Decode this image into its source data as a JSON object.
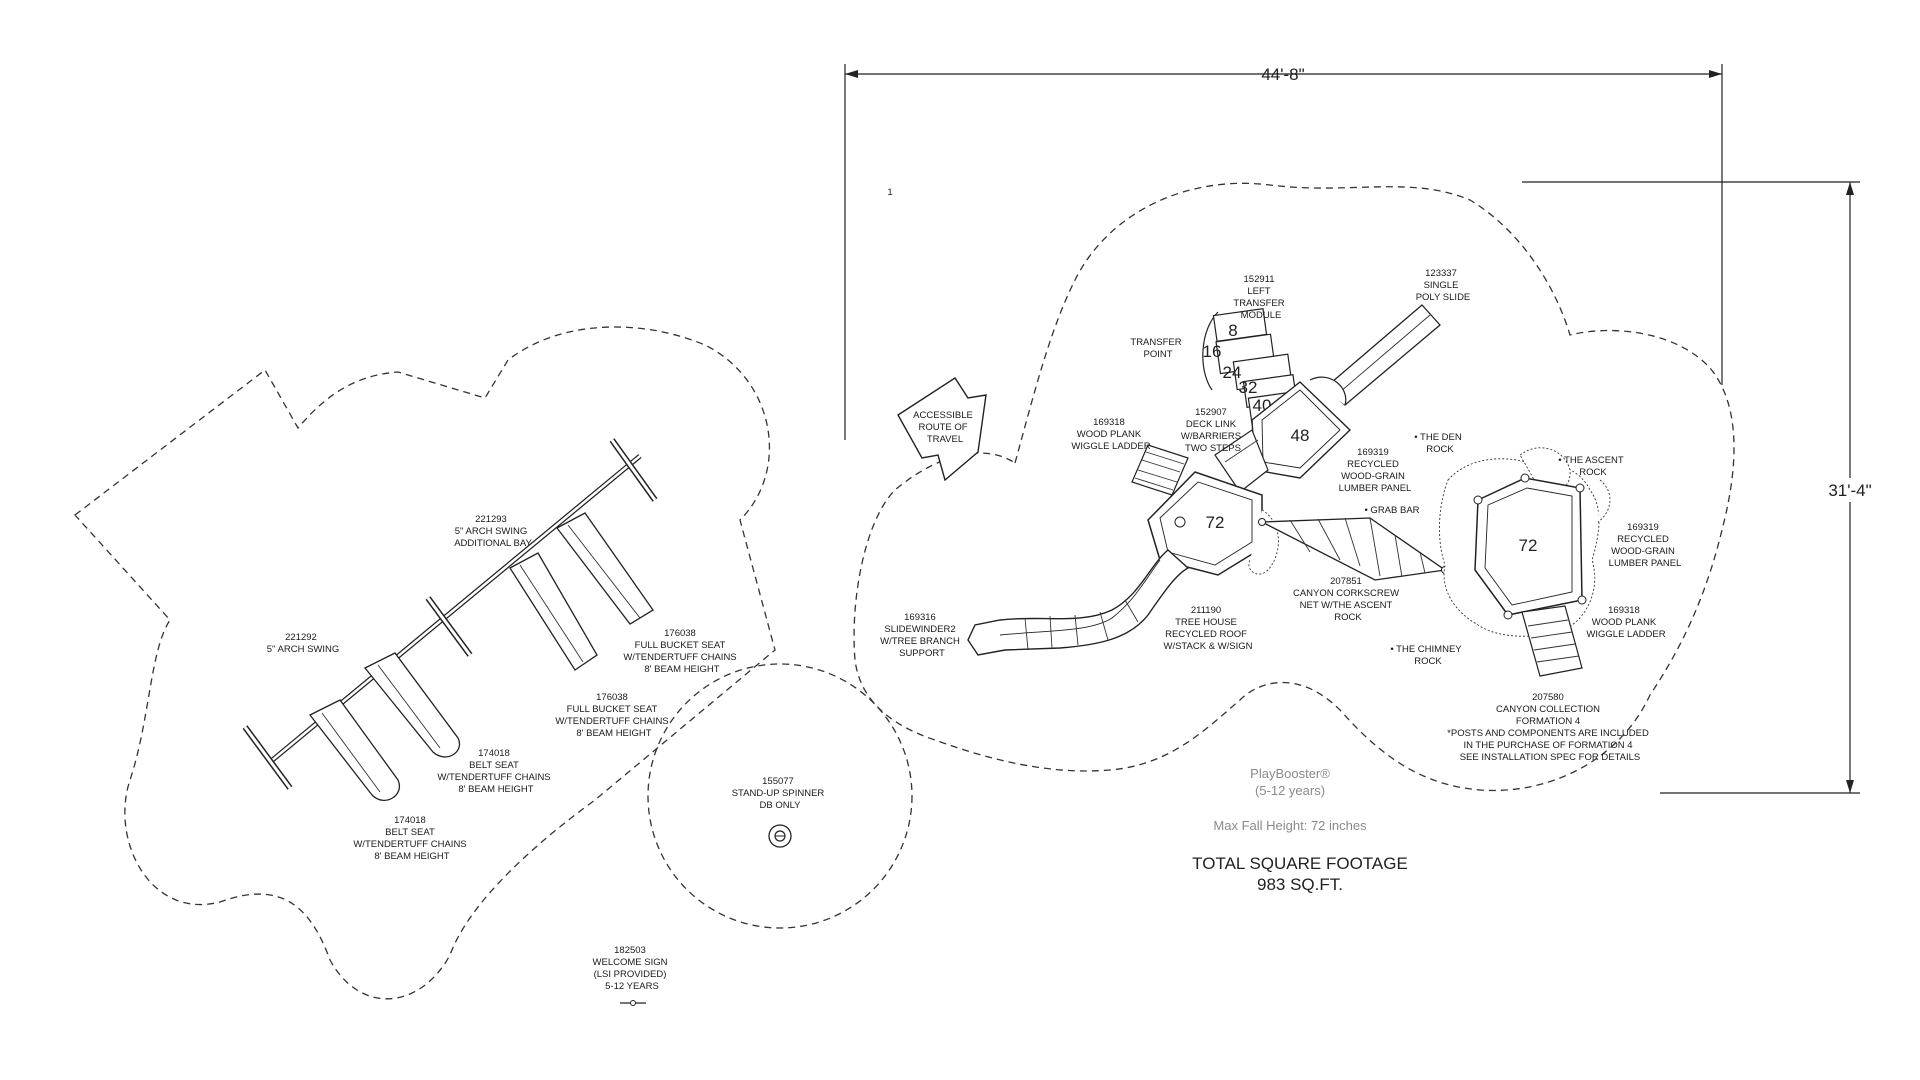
{
  "drawing": {
    "dimensions": {
      "width": "44'-8\"",
      "height": "31'-4\""
    },
    "marker_one": "1",
    "accessible_route": [
      "ACCESSIBLE",
      "ROUTE OF",
      "TRAVEL"
    ],
    "deck_heights": [
      "8",
      "16",
      "24",
      "32",
      "40",
      "48",
      "72",
      "72"
    ],
    "callouts": {
      "arch_swing_bay": [
        "221293",
        "5\" ARCH SWING",
        "ADDITIONAL BAY"
      ],
      "arch_swing": [
        "221292",
        "5\" ARCH SWING"
      ],
      "bucket_seat_1": [
        "176038",
        "FULL BUCKET SEAT",
        "W/TENDERTUFF CHAINS",
        "8' BEAM HEIGHT"
      ],
      "bucket_seat_2": [
        "176038",
        "FULL BUCKET SEAT",
        "W/TENDERTUFF CHAINS",
        "8' BEAM HEIGHT"
      ],
      "belt_seat_1": [
        "174018",
        "BELT SEAT",
        "W/TENDERTUFF CHAINS",
        "8' BEAM HEIGHT"
      ],
      "belt_seat_2": [
        "174018",
        "BELT SEAT",
        "W/TENDERTUFF CHAINS",
        "8' BEAM HEIGHT"
      ],
      "spinner": [
        "155077",
        "STAND-UP SPINNER",
        "DB ONLY"
      ],
      "welcome_sign": [
        "182503",
        "WELCOME SIGN",
        "(LSI PROVIDED)",
        "5-12 YEARS"
      ],
      "transfer_module": [
        "152911",
        "LEFT",
        "TRANSFER",
        "MODULE"
      ],
      "transfer_point": [
        "TRANSFER",
        "POINT"
      ],
      "poly_slide": [
        "123337",
        "SINGLE",
        "POLY SLIDE"
      ],
      "deck_link": [
        "152907",
        "DECK LINK",
        "W/BARRIERS",
        "TWO STEPS"
      ],
      "wiggle_ladder_1": [
        "169318",
        "WOOD PLANK",
        "WIGGLE LADDER"
      ],
      "lumber_panel_1": [
        "169319",
        "RECYCLED",
        "WOOD-GRAIN",
        "LUMBER PANEL"
      ],
      "den_rock": [
        "• THE DEN",
        "ROCK"
      ],
      "ascent_rock": [
        "• THE ASCENT",
        "ROCK"
      ],
      "grab_bar": [
        "• GRAB BAR"
      ],
      "lumber_panel_2": [
        "169319",
        "RECYCLED",
        "WOOD-GRAIN",
        "LUMBER PANEL"
      ],
      "corkscrew_net": [
        "207851",
        "CANYON CORKSCREW",
        "NET W/THE ASCENT",
        "ROCK"
      ],
      "tree_house_roof": [
        "211190",
        "TREE HOUSE",
        "RECYCLED ROOF",
        "W/STACK & W/SIGN"
      ],
      "slidewinder": [
        "169316",
        "SLIDEWINDER2",
        "W/TREE BRANCH",
        "SUPPORT"
      ],
      "wiggle_ladder_2": [
        "169318",
        "WOOD PLANK",
        "WIGGLE LADDER"
      ],
      "chimney_rock": [
        "• THE CHIMNEY",
        "ROCK"
      ],
      "canyon_collection": [
        "207580",
        "CANYON COLLECTION",
        "FORMATION 4",
        "*POSTS AND COMPONENTS ARE INCLUDED",
        "IN THE PURCHASE OF FORMATION 4",
        "SEE INSTALLATION SPEC FOR DETAILS"
      ]
    },
    "brand": {
      "name": "PlayBooster®",
      "ages": "(5-12 years)"
    },
    "max_fall_height": "Max Fall Height: 72 inches",
    "total": {
      "label": "TOTAL SQUARE FOOTAGE",
      "value": "983 SQ.FT."
    },
    "colors": {
      "line": "#222222",
      "annotation_grey": "#8a8a8a",
      "background": "#ffffff"
    }
  }
}
